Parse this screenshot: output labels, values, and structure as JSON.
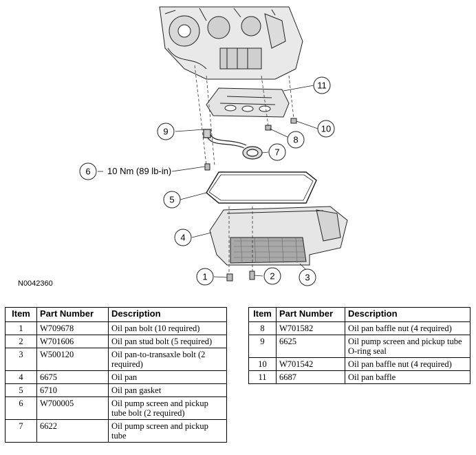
{
  "figure": {
    "id": "N0042360",
    "torque_spec": "10 Nm (89 lb-in)",
    "callouts": [
      "1",
      "2",
      "3",
      "4",
      "5",
      "6",
      "7",
      "8",
      "9",
      "10",
      "11"
    ]
  },
  "table": {
    "headers": {
      "item": "Item",
      "part": "Part Number",
      "desc": "Description"
    },
    "left": [
      {
        "item": "1",
        "part": "W709678",
        "desc": "Oil pan bolt (10 required)"
      },
      {
        "item": "2",
        "part": "W701606",
        "desc": "Oil pan stud bolt (5 required)"
      },
      {
        "item": "3",
        "part": "W500120",
        "desc": "Oil pan-to-transaxle bolt (2 required)"
      },
      {
        "item": "4",
        "part": "6675",
        "desc": "Oil pan"
      },
      {
        "item": "5",
        "part": "6710",
        "desc": "Oil pan gasket"
      },
      {
        "item": "6",
        "part": "W700005",
        "desc": "Oil pump screen and pickup tube bolt (2 required)"
      },
      {
        "item": "7",
        "part": "6622",
        "desc": "Oil pump screen and pickup tube"
      }
    ],
    "right": [
      {
        "item": "8",
        "part": "W701582",
        "desc": "Oil pan baffle nut (4 required)"
      },
      {
        "item": "9",
        "part": "6625",
        "desc": "Oil pump screen and pickup tube O-ring seal"
      },
      {
        "item": "10",
        "part": "W701542",
        "desc": "Oil pan baffle nut (4 required)"
      },
      {
        "item": "11",
        "part": "6687",
        "desc": "Oil pan baffle"
      }
    ]
  }
}
